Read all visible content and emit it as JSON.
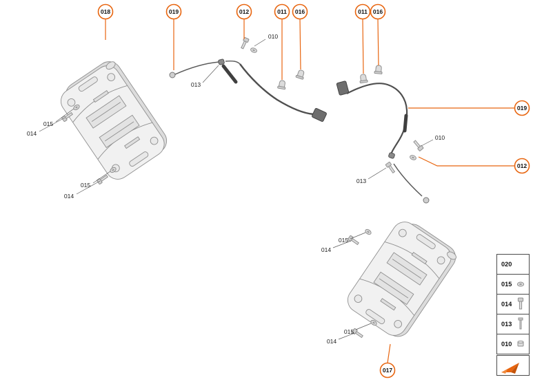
{
  "colors": {
    "accent": "#e8650f",
    "art_stroke": "#8f8f8f",
    "label": "#222222"
  },
  "callouts": {
    "c018": "018",
    "c019_top": "019",
    "c012_top": "012",
    "c011_left": "011",
    "c016_left": "016",
    "c011_right": "011",
    "c016_right": "016",
    "c019_side": "019",
    "c012_side": "012",
    "c017": "017"
  },
  "part_labels": {
    "l010": "010",
    "l013": "013",
    "l014": "014",
    "l015": "015"
  },
  "legend": {
    "rows": [
      {
        "number": "020"
      },
      {
        "number": "015",
        "icon": "washer-icon"
      },
      {
        "number": "014",
        "icon": "bolt-icon"
      },
      {
        "number": "013",
        "icon": "screw-icon"
      },
      {
        "number": "010",
        "icon": "nut-icon"
      }
    ]
  },
  "brand": {
    "logo_icon": "orange-arrow-logo"
  }
}
